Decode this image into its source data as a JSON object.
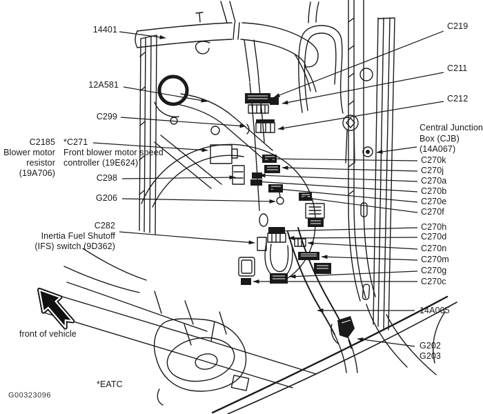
{
  "diagram": {
    "footer_id": "G00323096",
    "footnote": "*EATC",
    "front_arrow_label": "front of vehicle"
  },
  "labels_left": {
    "harness": "14401",
    "wire": "12A581",
    "c299": "C299",
    "blower_resistor": {
      "l1": "C2185",
      "l2": "Blower motor",
      "l3": "resistor",
      "l4": "(19A706)"
    },
    "speed_controller": {
      "l1": "*C271",
      "l2": "Front blower motor speed",
      "l3": "controller (19E624)"
    },
    "c298": "C298",
    "g206": "G206",
    "ifs": {
      "l1": "C282",
      "l2": "Inertia Fuel Shutoff",
      "l3": "(IFS) switch (9D362)"
    }
  },
  "labels_right": {
    "c219": "C219",
    "c211": "C211",
    "c212": "C212",
    "cjb": {
      "l1": "Central Junction",
      "l2": "Box (CJB)",
      "l3": "(14A067)"
    },
    "connectors": [
      "C270k",
      "C270j",
      "C270a",
      "C270b",
      "C270e",
      "C270f",
      "C270h",
      "C270d",
      "C270n",
      "C270m",
      "C270g",
      "C270c"
    ],
    "harness": "14A005",
    "g202": "G202",
    "g203": "G203"
  }
}
